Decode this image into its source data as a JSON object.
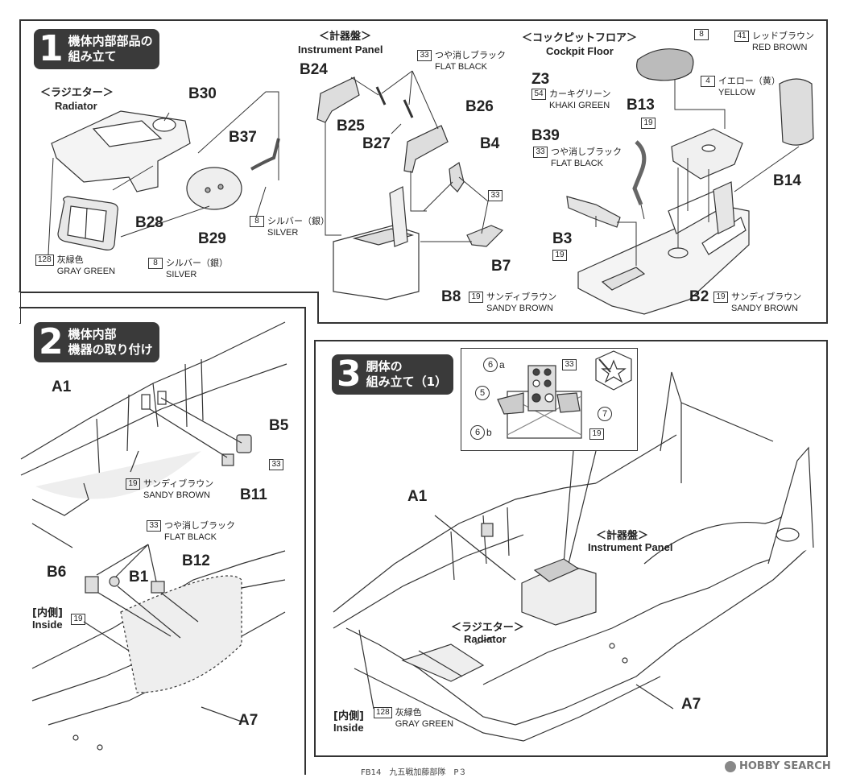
{
  "step1": {
    "number": "1",
    "title": "機体内部部品の\n組み立て",
    "radiator": {
      "jp": "＜ラジエター＞",
      "en": "Radiator"
    },
    "instrument": {
      "jp": "＜計器盤＞",
      "en": "Instrument Panel"
    },
    "cockpit": {
      "jp": "＜コックピットフロア＞",
      "en": "Cockpit Floor"
    },
    "parts": {
      "B30": "B30",
      "B37": "B37",
      "B28": "B28",
      "B29": "B29",
      "B24": "B24",
      "B25": "B25",
      "B27": "B27",
      "B26": "B26",
      "B4": "B4",
      "B7": "B7",
      "B8": "B8",
      "Z3": "Z3",
      "B13": "B13",
      "B39": "B39",
      "B3": "B3",
      "B14": "B14",
      "B2": "B2"
    },
    "paints": {
      "p8a": {
        "code": "8",
        "jp": "シルバー（銀）",
        "en": "SILVER"
      },
      "p8b": {
        "code": "8",
        "jp": "シルバー（銀）",
        "en": "SILVER"
      },
      "p128": {
        "code": "128",
        "jp": "灰緑色",
        "en": "GRAY GREEN"
      },
      "p33a": {
        "code": "33",
        "jp": "つや消しブラック",
        "en": "FLAT BLACK"
      },
      "p33b": {
        "code": "33"
      },
      "p19a": {
        "code": "19",
        "jp": "サンディブラウン",
        "en": "SANDY BROWN"
      },
      "p8c": {
        "code": "8"
      },
      "p4": {
        "code": "4",
        "jp": "イエロー（黄）",
        "en": "YELLOW"
      },
      "p41": {
        "code": "41",
        "jp": "レッドブラウン",
        "en": "RED BROWN"
      },
      "p54": {
        "code": "54",
        "jp": "カーキグリーン",
        "en": "KHAKI GREEN"
      },
      "p19b": {
        "code": "19"
      },
      "p33c": {
        "code": "33",
        "jp": "つや消しブラック",
        "en": "FLAT BLACK"
      },
      "p19c": {
        "code": "19"
      },
      "p19d": {
        "code": "19",
        "jp": "サンディブラウン",
        "en": "SANDY BROWN"
      }
    }
  },
  "step2": {
    "number": "2",
    "title": "機体内部\n機器の取り付け",
    "parts": {
      "A1": "A1",
      "B5": "B5",
      "B11": "B11",
      "B6": "B6",
      "B1": "B1",
      "B12": "B12",
      "A7": "A7"
    },
    "inside": {
      "jp": "[内側]",
      "en": "Inside"
    },
    "paints": {
      "p33a": {
        "code": "33"
      },
      "p19a": {
        "code": "19",
        "jp": "サンディブラウン",
        "en": "SANDY BROWN"
      },
      "p33b": {
        "code": "33",
        "jp": "つや消しブラック",
        "en": "FLAT BLACK"
      },
      "p19b": {
        "code": "19"
      }
    }
  },
  "step3": {
    "number": "3",
    "title": "胴体の\n組み立て（1）",
    "parts": {
      "A1": "A1",
      "A7": "A7"
    },
    "instrument": {
      "jp": "＜計器盤＞",
      "en": "Instrument Panel"
    },
    "radiator": {
      "jp": "＜ラジエター＞",
      "en": "Radiator"
    },
    "inside": {
      "jp": "[内側]",
      "en": "Inside"
    },
    "decals": {
      "d6a": "6",
      "d6a_suffix": "a",
      "d5": "5",
      "d6b": "6",
      "d6b_suffix": "b",
      "d7": "7"
    },
    "paints": {
      "p33": {
        "code": "33"
      },
      "p19": {
        "code": "19"
      },
      "p128": {
        "code": "128",
        "jp": "灰緑色",
        "en": "GRAY GREEN"
      }
    }
  },
  "footer": {
    "text": "FB14　九五戦加藤部隊　P３"
  },
  "watermark": {
    "text": "HOBBY SEARCH"
  }
}
